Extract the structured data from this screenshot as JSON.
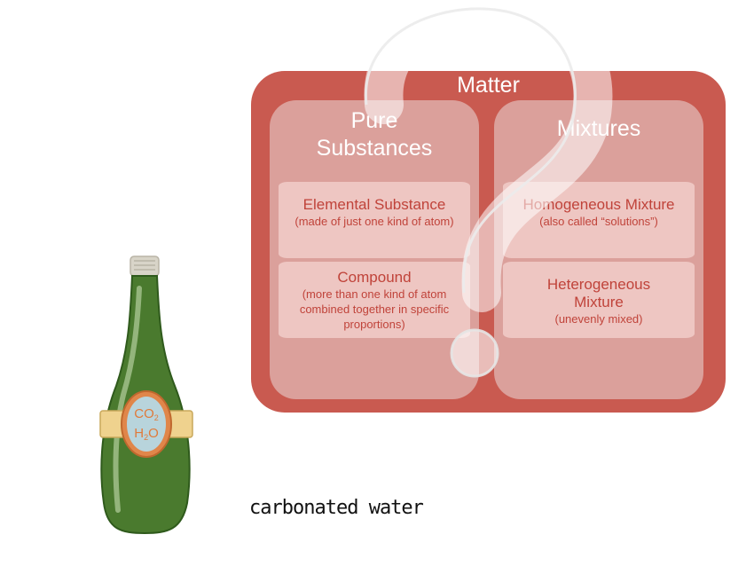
{
  "diagram": {
    "title": "Matter",
    "pure": {
      "title": "Pure\nSubstances",
      "elemental": {
        "name": "Elemental Substance",
        "desc": "(made of just one kind of atom)"
      },
      "compound": {
        "name": "Compound",
        "desc": "(more than one kind of atom\ncombined together in specific\nproportions)"
      }
    },
    "mixtures": {
      "title": "Mixtures",
      "homogeneous": {
        "name": "Homogeneous Mixture",
        "desc": "(also called “solutions”)"
      },
      "heterogeneous": {
        "name": "Heterogeneous\nMixture",
        "desc": "(unevenly mixed)"
      }
    }
  },
  "bottle": {
    "label_top": "CO",
    "label_top_sub": "2",
    "label_bottom": "H",
    "label_bottom_sub": "2",
    "label_bottom_end": "O"
  },
  "caption": "carbonated water",
  "colors": {
    "matter_box": "#c95a50",
    "panel": "#dba09b",
    "card": "#eec6c2",
    "card_text": "#c0433a",
    "bottle_glass": "#4a7a2e"
  }
}
